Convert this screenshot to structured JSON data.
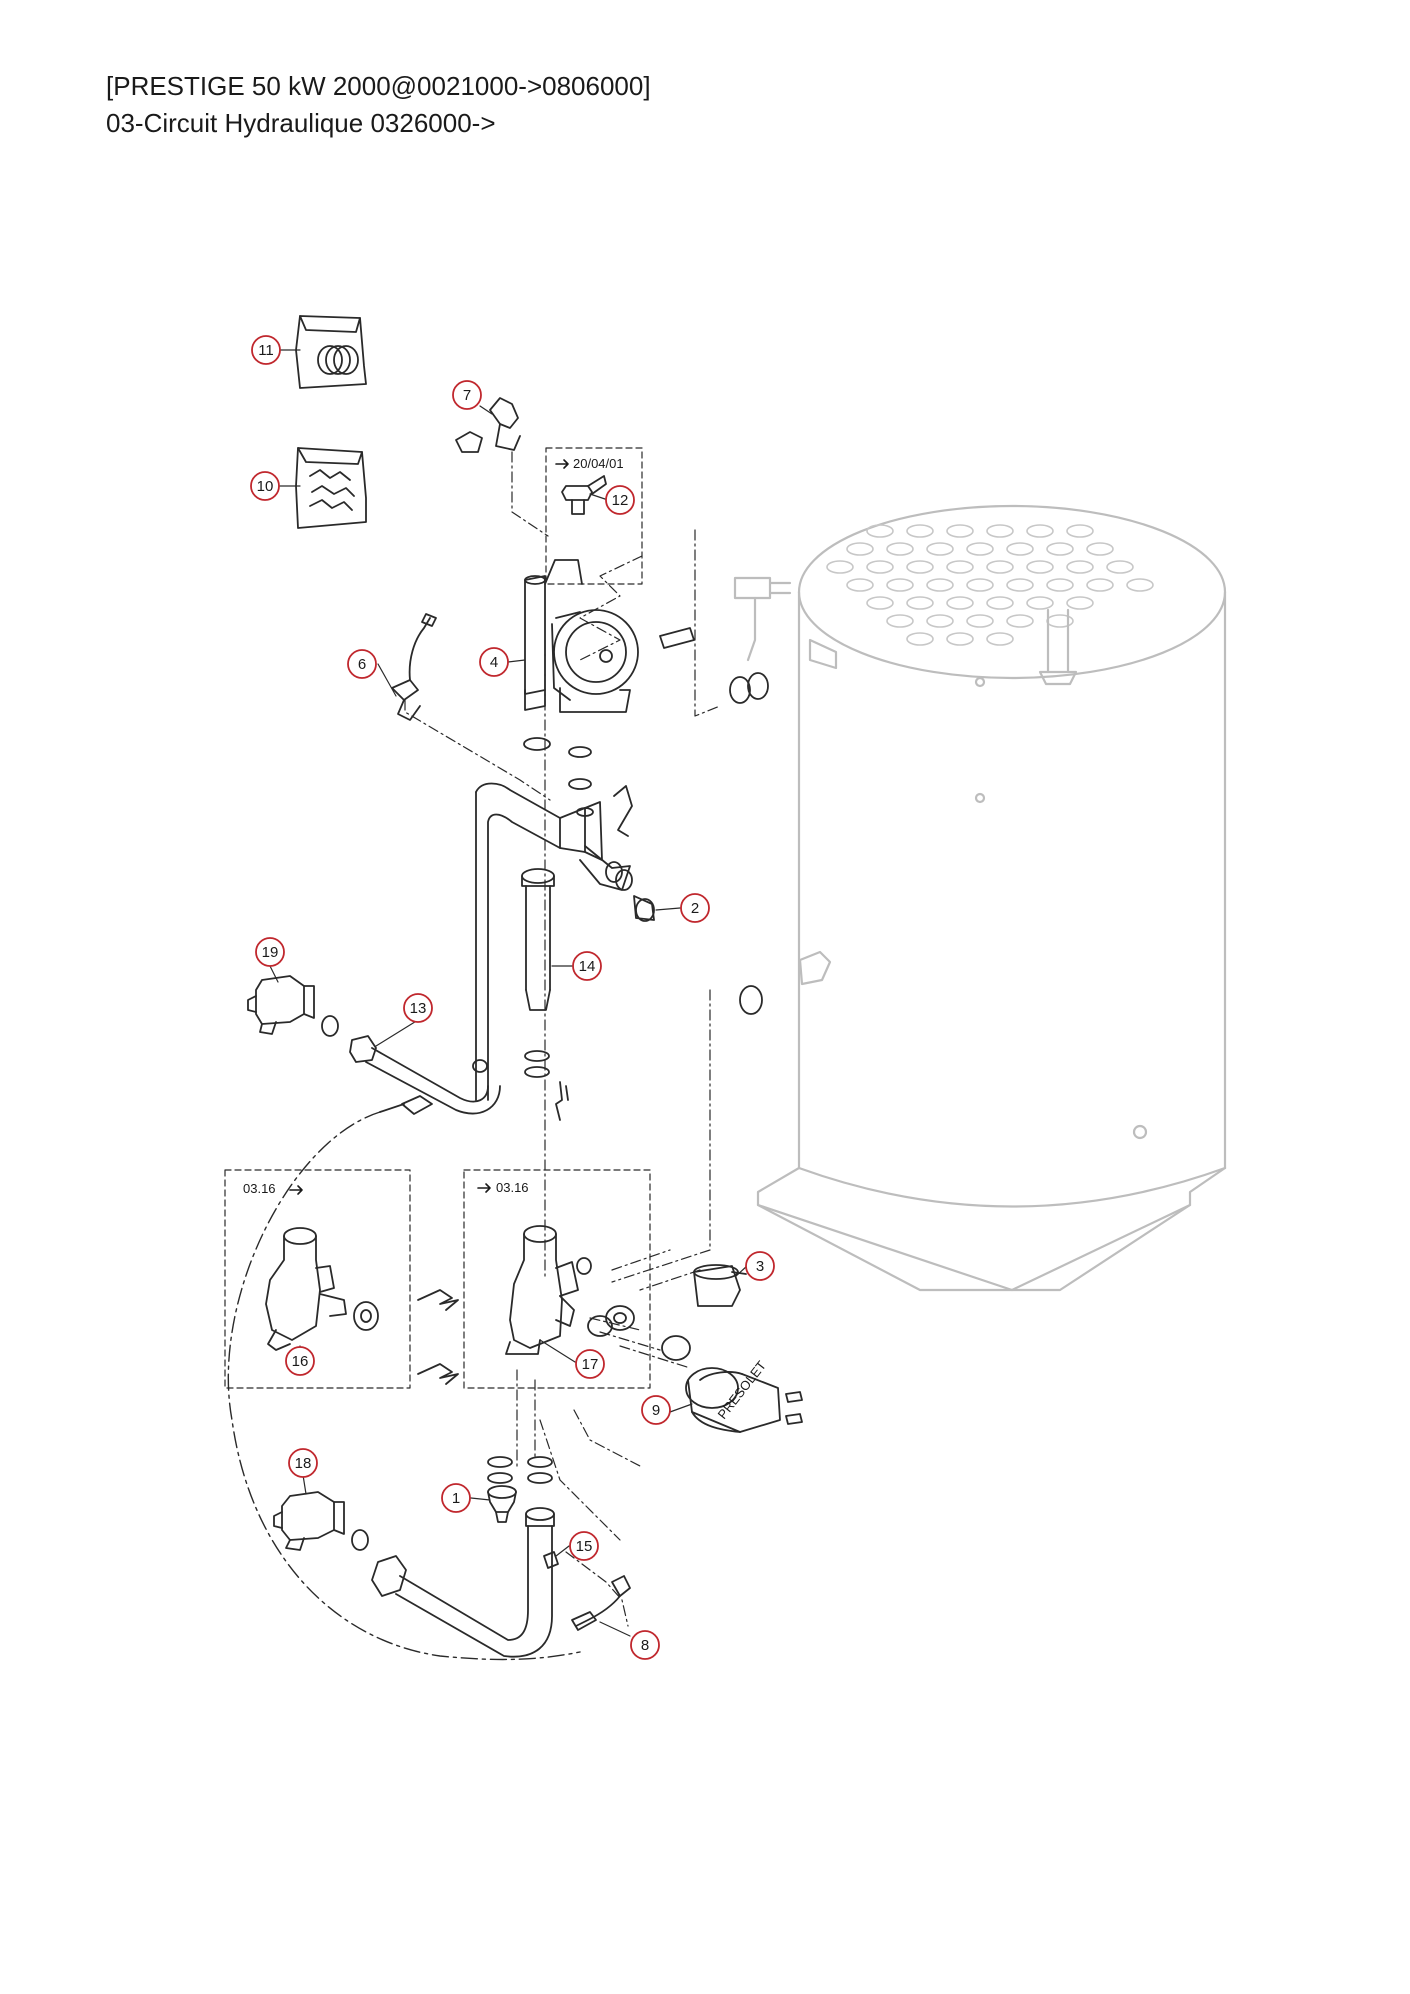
{
  "header": {
    "line1": "[PRESTIGE 50 kW 2000@0021000->0806000]",
    "line2": "03-Circuit Hydraulique 0326000->"
  },
  "colors": {
    "callout": "#c0272d",
    "line": "#2a2a2a",
    "tank": "#bdbdbd"
  },
  "notes": {
    "pump_revision": "20/04/01",
    "left_module": "03.16",
    "center_module": "03.16",
    "pressure_sensor_brand": "PRESOLET"
  },
  "callouts": [
    "1",
    "2",
    "3",
    "4",
    "6",
    "7",
    "8",
    "9",
    "10",
    "11",
    "12",
    "13",
    "14",
    "15",
    "16",
    "17",
    "18",
    "19"
  ]
}
